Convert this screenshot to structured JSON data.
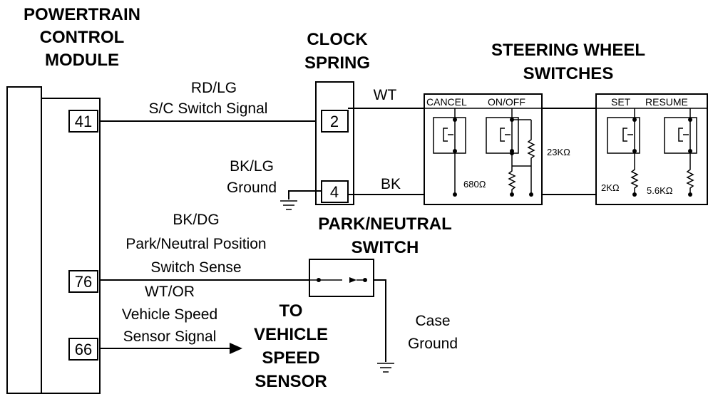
{
  "titles": {
    "pcm_line1": "POWERTRAIN",
    "pcm_line2": "CONTROL",
    "pcm_line3": "MODULE",
    "clock_line1": "CLOCK",
    "clock_line2": "SPRING",
    "steering_line1": "STEERING WHEEL",
    "steering_line2": "SWITCHES",
    "pn_line1": "PARK/NEUTRAL",
    "pn_line2": "SWITCH",
    "vss_line1": "TO",
    "vss_line2": "VEHICLE",
    "vss_line3": "SPEED",
    "vss_line4": "SENSOR"
  },
  "pins": {
    "pcm_41": "41",
    "pcm_76": "76",
    "pcm_66": "66",
    "clock_2": "2",
    "clock_4": "4"
  },
  "wires": {
    "sc_color": "RD/LG",
    "sc_name": "S/C Switch Signal",
    "gnd_color": "BK/LG",
    "gnd_name": "Ground",
    "pn_color": "BK/DG",
    "pn_name1": "Park/Neutral Position",
    "pn_name2": "Switch Sense",
    "vss_color": "WT/OR",
    "vss_name1": "Vehicle Speed",
    "vss_name2": "Sensor Signal",
    "wt": "WT",
    "bk": "BK",
    "case_ground1": "Case",
    "case_ground2": "Ground"
  },
  "switches": {
    "cancel": "CANCEL",
    "onoff": "ON/OFF",
    "set": "SET",
    "resume": "RESUME"
  },
  "resistors": {
    "r23k": "23KΩ",
    "r680": "680Ω",
    "r2k": "2KΩ",
    "r5_6k": "5.6KΩ"
  }
}
